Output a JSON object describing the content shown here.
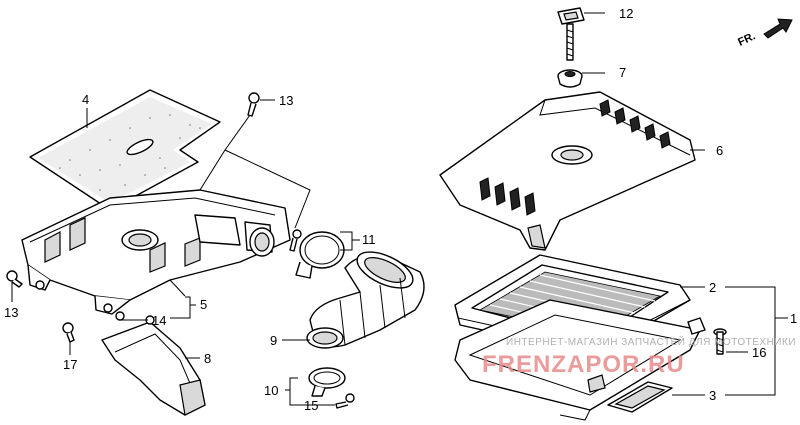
{
  "orientation": {
    "label": "FR."
  },
  "callouts": {
    "c1": "1",
    "c2": "2",
    "c3": "3",
    "c4": "4",
    "c5": "5",
    "c6": "6",
    "c7": "7",
    "c8": "8",
    "c9": "9",
    "c10": "10",
    "c11": "11",
    "c12": "12",
    "c13a": "13",
    "c13b": "13",
    "c14": "14",
    "c15": "15",
    "c16": "16",
    "c17": "17"
  },
  "watermark": {
    "subtitle": "ИНТЕРНЕТ-МАГАЗИН ЗАПЧАСТЕЙ ДЛЯ МОТОТЕХНИКИ",
    "site": "FRENZAPOR.RU"
  },
  "colors": {
    "line": "#000000",
    "shade": "#d9d9d9",
    "watermark": "#e98a8a"
  }
}
